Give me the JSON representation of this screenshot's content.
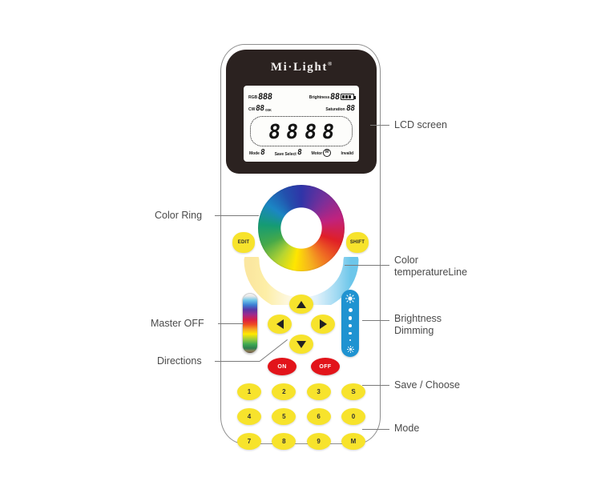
{
  "product": {
    "brand": "Mi·Light",
    "brand_registered": "®"
  },
  "lcd": {
    "rgb_label": "RGB",
    "rgb_value": "888",
    "brightness_label": "Brightness",
    "brightness_value": "88",
    "battery_icon": "battery-icon",
    "cw_label": "CW",
    "cw_value": "88",
    "cw_unit": "00K",
    "saturation_label": "Saturation",
    "saturation_value": "88",
    "main_digits": [
      "8",
      "8",
      "8",
      "8"
    ],
    "mode_label": "Mode",
    "mode_value": "8",
    "save_select_label": "Save\nSelect",
    "save_select_value": "8",
    "motor_label": "Motor",
    "motor_icon_text": "M",
    "invalid_label": "Invalid"
  },
  "controls": {
    "edit_button": "EDIT",
    "shift_button": "SHIFT",
    "on_button": "ON",
    "off_button": "OFF",
    "keypad": [
      [
        "1",
        "2",
        "3",
        "S"
      ],
      [
        "4",
        "5",
        "6",
        "0"
      ],
      [
        "7",
        "8",
        "9",
        "M"
      ]
    ]
  },
  "annotations": {
    "lcd_screen": "LCD screen",
    "color_ring": "Color Ring",
    "color_temperature_line": "Color\ntemperatureLine",
    "master_off": "Master OFF",
    "directions": "Directions",
    "brightness_dimming": "Brightness\nDimming",
    "save_choose": "Save / Choose",
    "mode": "Mode"
  },
  "colors": {
    "body": "#ffffff",
    "top_panel": "#2b2220",
    "lcd_background": "#fdfdfb",
    "button_yellow": "#f7e32c",
    "power_red": "#e2141a",
    "brightness_blue": "#1f93d1",
    "annotation_text": "#4a4a4a",
    "leader_line": "#7a7a7a"
  }
}
